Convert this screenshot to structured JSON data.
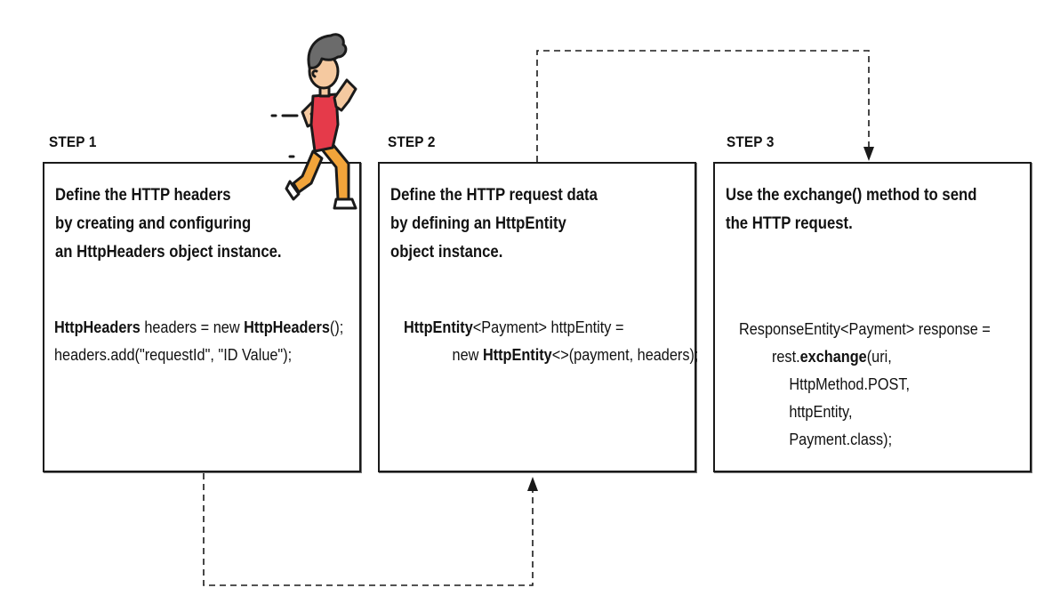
{
  "steps": [
    {
      "label": "STEP 1",
      "desc": [
        "Define the HTTP headers",
        "by creating and configuring",
        "an HttpHeaders object instance."
      ],
      "code": {
        "l1_a": "HttpHeaders",
        "l1_b": " headers = new ",
        "l1_c": "HttpHeaders",
        "l1_d": "();",
        "l2": "headers.add(\"requestId\", \"ID Value\");"
      }
    },
    {
      "label": "STEP 2",
      "desc": [
        "Define the HTTP request data",
        "by defining an HttpEntity",
        "object instance."
      ],
      "code": {
        "l1_a": "HttpEntity",
        "l1_b": "<Payment> httpEntity =",
        "l2_a": "new ",
        "l2_b": "HttpEntity",
        "l2_c": "<>(payment, headers);"
      }
    },
    {
      "label": "STEP 3",
      "desc": [
        "Use the exchange() method to send",
        "the HTTP request."
      ],
      "code": {
        "l1": "ResponseEntity<Payment> response =",
        "l2_a": "rest.",
        "l2_b": "exchange",
        "l2_c": "(uri,",
        "l3": "HttpMethod.POST,",
        "l4": "httpEntity,",
        "l5": "Payment.class);"
      }
    }
  ],
  "icons": {
    "runner": "running-person-icon"
  },
  "colors": {
    "skin": "#f5c9a0",
    "hair": "#6b6b6b",
    "shirt": "#e53a4a",
    "pants": "#f2a43a",
    "outline": "#1a1a1a"
  }
}
